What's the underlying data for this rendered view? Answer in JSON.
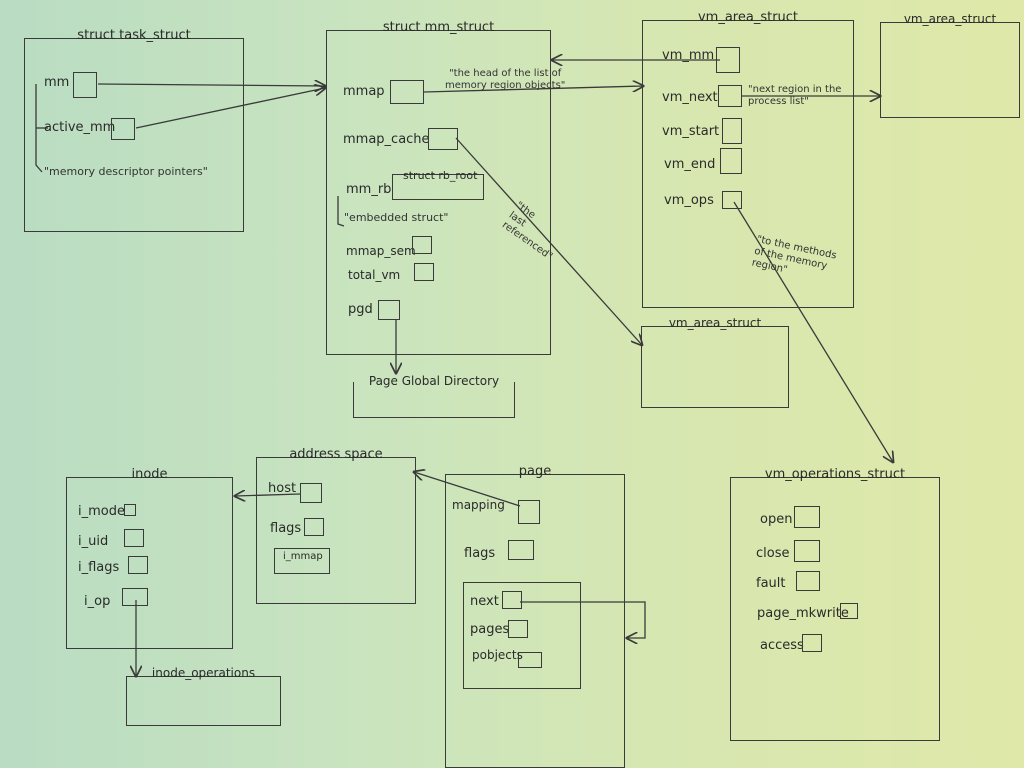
{
  "boxes": {
    "task_struct": {
      "title": "struct task_struct",
      "mm": "mm",
      "active_mm": "active_mm",
      "note": "\"memory descriptor pointers\""
    },
    "mm_struct": {
      "title": "struct mm_struct",
      "mmap": "mmap",
      "mmap_cache": "mmap_cache",
      "mm_rb": "mm_rb",
      "rb_root": "struct rb_root",
      "embedded": "\"embedded struct\"",
      "mmap_sem": "mmap_sem",
      "total_vm": "total_vm",
      "pgd": "pgd"
    },
    "pgd_box": {
      "title": "Page Global Directory"
    },
    "vm_area_main": {
      "title": "vm_area_struct",
      "vm_mm": "vm_mm",
      "vm_next": "vm_next",
      "vm_start": "vm_start",
      "vm_end": "vm_end",
      "vm_ops": "vm_ops"
    },
    "vm_area_right": {
      "title": "vm_area_struct"
    },
    "vm_area_cache": {
      "title": "vm_area_struct"
    },
    "vm_ops_struct": {
      "title": "vm_operations_struct",
      "open": "open",
      "close": "close",
      "fault": "fault",
      "page_mkwrite": "page_mkwrite",
      "access": "access"
    },
    "inode": {
      "title": "inode",
      "i_mode": "i_mode",
      "i_uid": "i_uid",
      "i_flags": "i_flags",
      "i_op": "i_op"
    },
    "inode_ops": {
      "title": "inode_operations"
    },
    "address_space": {
      "title": "address space",
      "host": "host",
      "flags": "flags",
      "i_mmap": "i_mmap"
    },
    "page": {
      "title": "page",
      "mapping": "mapping",
      "flags": "flags",
      "next": "next",
      "pages": "pages",
      "pobjects": "pobjects"
    }
  },
  "notes": {
    "mmap_head": "\"the head of the list of\nmemory region objects\"",
    "next_region": "\"next region in the\nprocess list\"",
    "last_ref": "\"the\nlast\nreferenced\"",
    "methods": "\"to the methods\nof the memory\nregion\""
  }
}
